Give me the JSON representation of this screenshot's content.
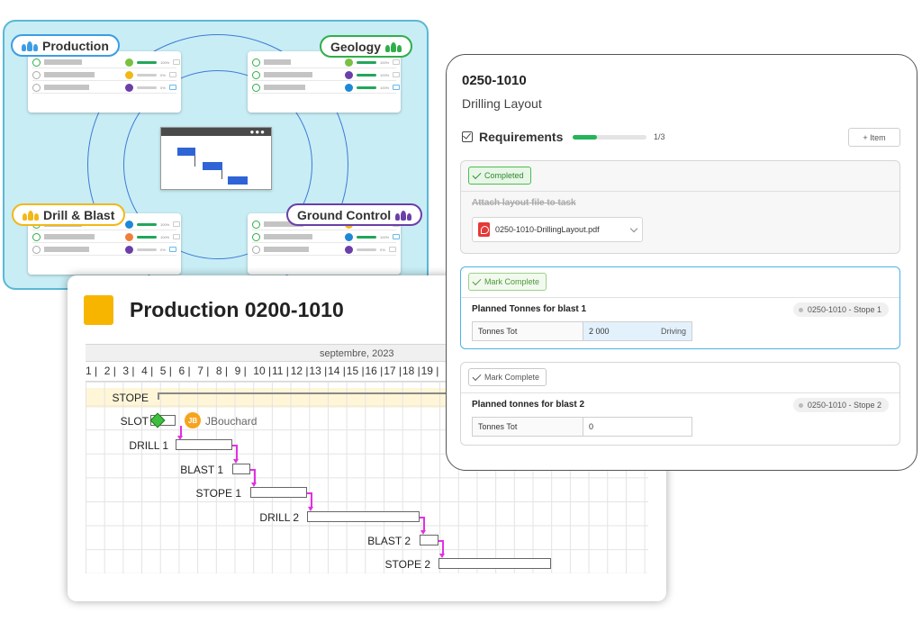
{
  "teams": {
    "production": {
      "label": "Production",
      "color": "#3d9de3"
    },
    "geology": {
      "label": "Geology",
      "color": "#2fae4a"
    },
    "drill_blast": {
      "label": "Drill & Blast",
      "color": "#f2b817"
    },
    "ground_control": {
      "label": "Ground Control",
      "color": "#6b3fa8"
    }
  },
  "gantt": {
    "title": "Production  0200-1010",
    "month": "septembre, 2023",
    "days": [
      "1",
      "2",
      "3",
      "4",
      "5",
      "6",
      "7",
      "8",
      "9",
      "10",
      "11",
      "12",
      "13",
      "14",
      "15",
      "16",
      "17",
      "18",
      "19"
    ],
    "tasks": {
      "stope": "STOPE",
      "slot": "SLOT",
      "drill1": "DRILL 1",
      "blast1": "BLAST 1",
      "stope1": "STOPE 1",
      "drill2": "DRILL 2",
      "blast2": "BLAST 2",
      "stope2": "STOPE 2"
    },
    "assignee": {
      "initials": "JB",
      "name": "JBouchard"
    }
  },
  "task_detail": {
    "code": "0250-1010",
    "name": "Drilling Layout",
    "requirements": {
      "title": "Requirements",
      "count": "1/3",
      "progress": 0.33
    },
    "add_item_label": "+ Item",
    "items": [
      {
        "status": "Completed",
        "text": "Attach layout file to task",
        "file": "0250-1010-DrillingLayout.pdf"
      },
      {
        "status": "Mark Complete",
        "text": "Planned Tonnes for blast 1",
        "tag": "0250-1010  -  Stope 1",
        "field_label": "Tonnes Tot",
        "field_value": "2 000",
        "field_unit": "Driving"
      },
      {
        "status": "Mark Complete",
        "text": "Planned tonnes for blast 2",
        "tag": "0250-1010  -  Stope 2",
        "field_label": "Tonnes Tot",
        "field_value": "0"
      }
    ]
  }
}
